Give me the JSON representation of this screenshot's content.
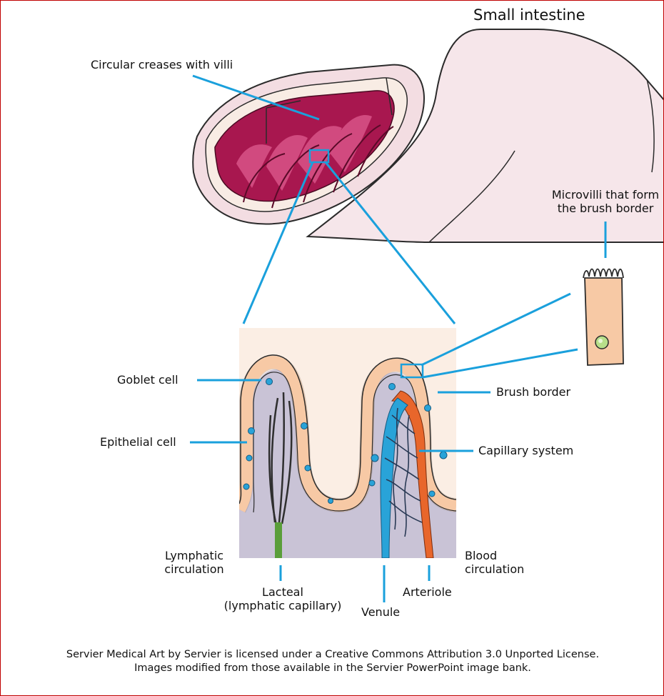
{
  "diagram": {
    "title": "Small intestine",
    "labels": {
      "circular_creases": "Circular creases with villi",
      "microvilli": "Microvilli that form\nthe brush border",
      "goblet_cell": "Goblet cell",
      "epithelial_cell": "Epithelial cell",
      "brush_border": "Brush border",
      "capillary_system": "Capillary system",
      "lymphatic_circulation": "Lymphatic\ncirculation",
      "blood_circulation": "Blood\ncirculation",
      "lacteal": "Lacteal\n(lymphatic capillary)",
      "venule": "Venule",
      "arteriole": "Arteriole"
    },
    "colors": {
      "leader": "#1aa0dc",
      "intestine_wall": "#f6e6ea",
      "mucosa": "#a8174f",
      "villus_bg": "#fbeee4",
      "submucosa": "#c9c3d6",
      "cell_fill": "#f7c9a5",
      "lacteal": "#2f2f2f",
      "venule": "#29a3d8",
      "arteriole": "#e8662b",
      "border": "#c00000"
    }
  },
  "credit": {
    "line1": "Servier Medical Art by Servier is licensed under a Creative Commons Attribution 3.0 Unported License.",
    "line2": "Images modified from those available in the Servier PowerPoint image bank."
  }
}
